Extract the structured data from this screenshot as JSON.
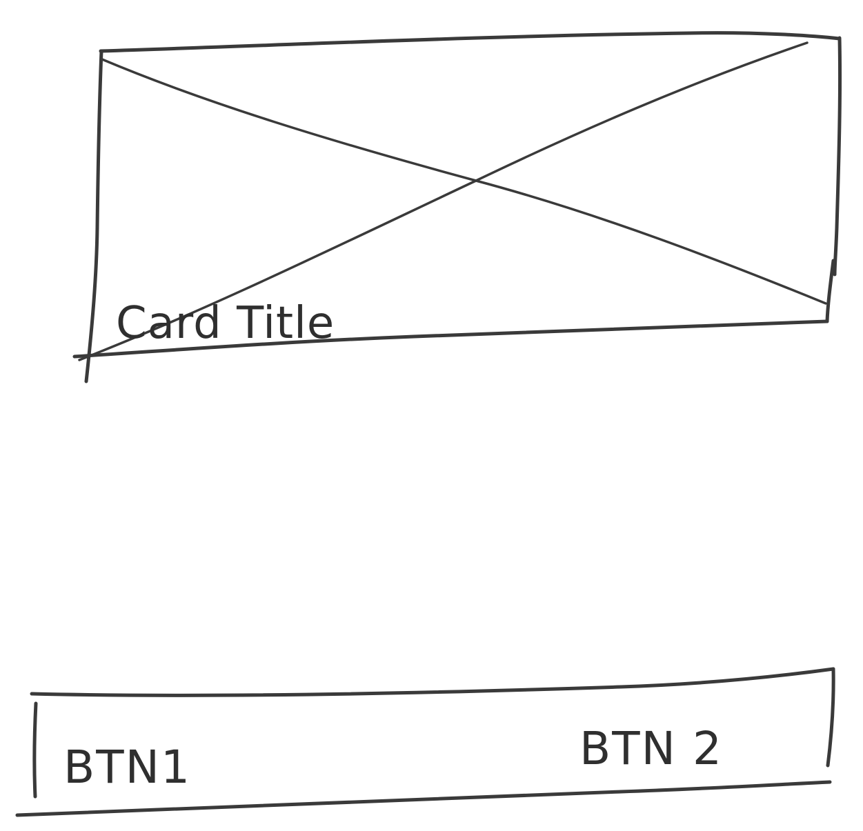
{
  "card": {
    "title": "Card Title",
    "image_placeholder": "image-placeholder"
  },
  "footer": {
    "btn1_label": "BTN1",
    "btn2_label": "BTN 2"
  },
  "colors": {
    "ink": "#3a3a3a",
    "paper": "#ffffff"
  }
}
